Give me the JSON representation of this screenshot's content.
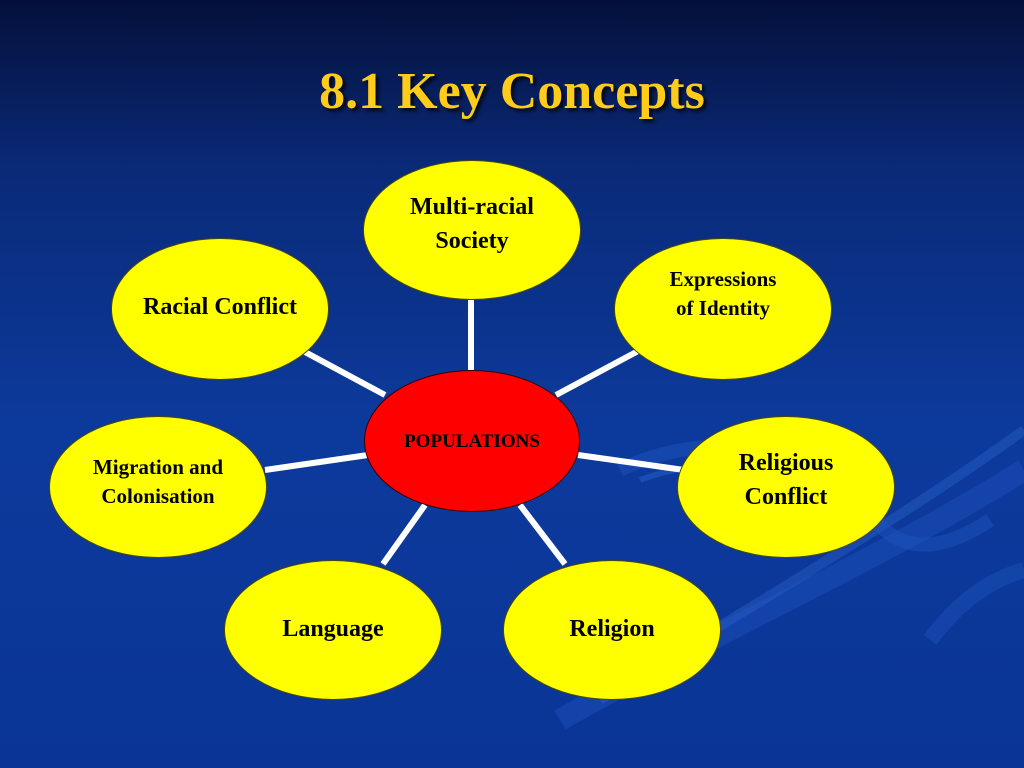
{
  "title": "8.1 Key Concepts",
  "hub": {
    "label": "POPULATIONS"
  },
  "nodes": [
    {
      "key": "multi",
      "label": "Multi-racial\nSociety"
    },
    {
      "key": "expressions",
      "label": "Expressions\nof Identity"
    },
    {
      "key": "religious_conflict",
      "label": "Religious\nConflict"
    },
    {
      "key": "religion",
      "label": "Religion"
    },
    {
      "key": "language",
      "label": "Language"
    },
    {
      "key": "migration",
      "label": "Migration and\nColonisation"
    },
    {
      "key": "racial_conflict",
      "label": "Racial Conflict"
    }
  ],
  "colors": {
    "node_fill": "#ffff00",
    "hub_fill": "#ff0000",
    "title": "#ffcc1a",
    "connector": "#ffffff",
    "background": "#0c3a9c"
  }
}
